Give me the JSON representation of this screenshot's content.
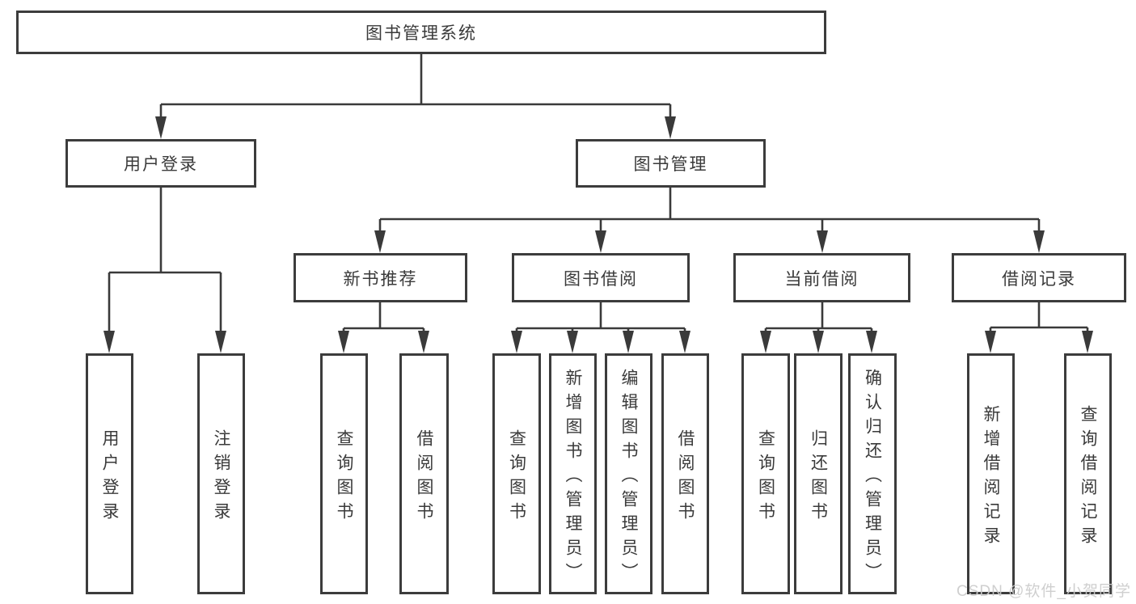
{
  "diagram": {
    "title": "图书管理系统",
    "watermark": "CSDN @软件_小贺同学",
    "colors": {
      "background": "#ffffff",
      "box_border": "#3c3c3c",
      "box_fill": "#ffffff",
      "line": "#3a3a3a",
      "text": "#3a3a3a",
      "watermark_text": "#cbcbcb"
    },
    "nodes": {
      "root": "图书管理系统",
      "user_login": "用户登录",
      "book_mgmt": "图书管理",
      "new_book_rec": "新书推荐",
      "book_borrow": "图书借阅",
      "current_borrow": "当前借阅",
      "borrow_records": "借阅记录",
      "leaf_user_login": "用户登录",
      "leaf_logout": "注销登录",
      "rec_query_book": "查询图书",
      "rec_borrow_book": "借阅图书",
      "bb_query_book": "查询图书",
      "bb_add_book": "新增图书（管理员）",
      "bb_edit_book": "编辑图书（管理员）",
      "bb_borrow_book": "借阅图书",
      "cb_query_book": "查询图书",
      "cb_return_book": "归还图书",
      "cb_confirm_return": "确认归还（管理员）",
      "br_add_record": "新增借阅记录",
      "br_query_record": "查询借阅记录"
    },
    "hierarchy": {
      "图书管理系统": {
        "用户登录": [
          "用户登录",
          "注销登录"
        ],
        "图书管理": {
          "新书推荐": [
            "查询图书",
            "借阅图书"
          ],
          "图书借阅": [
            "查询图书",
            "新增图书（管理员）",
            "编辑图书（管理员）",
            "借阅图书"
          ],
          "当前借阅": [
            "查询图书",
            "归还图书",
            "确认归还（管理员）"
          ],
          "借阅记录": [
            "新增借阅记录",
            "查询借阅记录"
          ]
        }
      }
    }
  }
}
